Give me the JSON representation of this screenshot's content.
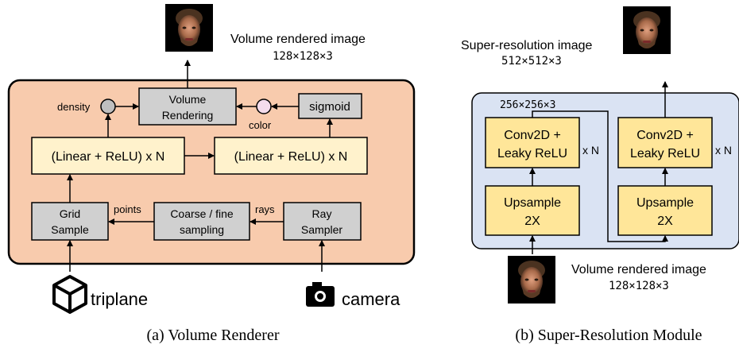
{
  "panel_a": {
    "caption": "(a) Volume Renderer",
    "output_image": {
      "label": "Volume rendered image",
      "dims": "128×128×3"
    },
    "blocks": {
      "volume_rendering_line1": "Volume",
      "volume_rendering_line2": "Rendering",
      "sigmoid": "sigmoid",
      "linear_relu_left": "(Linear + ReLU) x N",
      "linear_relu_right": "(Linear + ReLU) x N",
      "grid_sample_line1": "Grid",
      "grid_sample_line2": "Sample",
      "coarse_fine_line1": "Coarse / fine",
      "coarse_fine_line2": "sampling",
      "ray_sampler_line1": "Ray",
      "ray_sampler_line2": "Sampler"
    },
    "labels": {
      "density": "density",
      "color": "color",
      "points": "points",
      "rays": "rays"
    },
    "inputs": {
      "triplane": "triplane",
      "camera": "camera"
    }
  },
  "panel_b": {
    "caption": "(b) Super-Resolution Module",
    "output_image": {
      "label": "Super-resolution image",
      "dims": "512×512×3"
    },
    "input_image": {
      "label": "Volume rendered image",
      "dims": "128×128×3"
    },
    "intermediate_dims": "256×256×3",
    "blocks": {
      "conv_line1": "Conv2D +",
      "conv_line2": "Leaky ReLU",
      "upsample_line1": "Upsample",
      "upsample_line2": "2X"
    },
    "repeat": "x N"
  },
  "colors": {
    "panel_a_fill": "#f8cbad",
    "panel_b_fill": "#dae3f3",
    "gray_block": "#d0d0d0",
    "yellow_block": "#fff2cc",
    "dark_yellow_block": "#ffe699",
    "circle_density": "#bfbfbf",
    "circle_color": "#f4dcec"
  }
}
